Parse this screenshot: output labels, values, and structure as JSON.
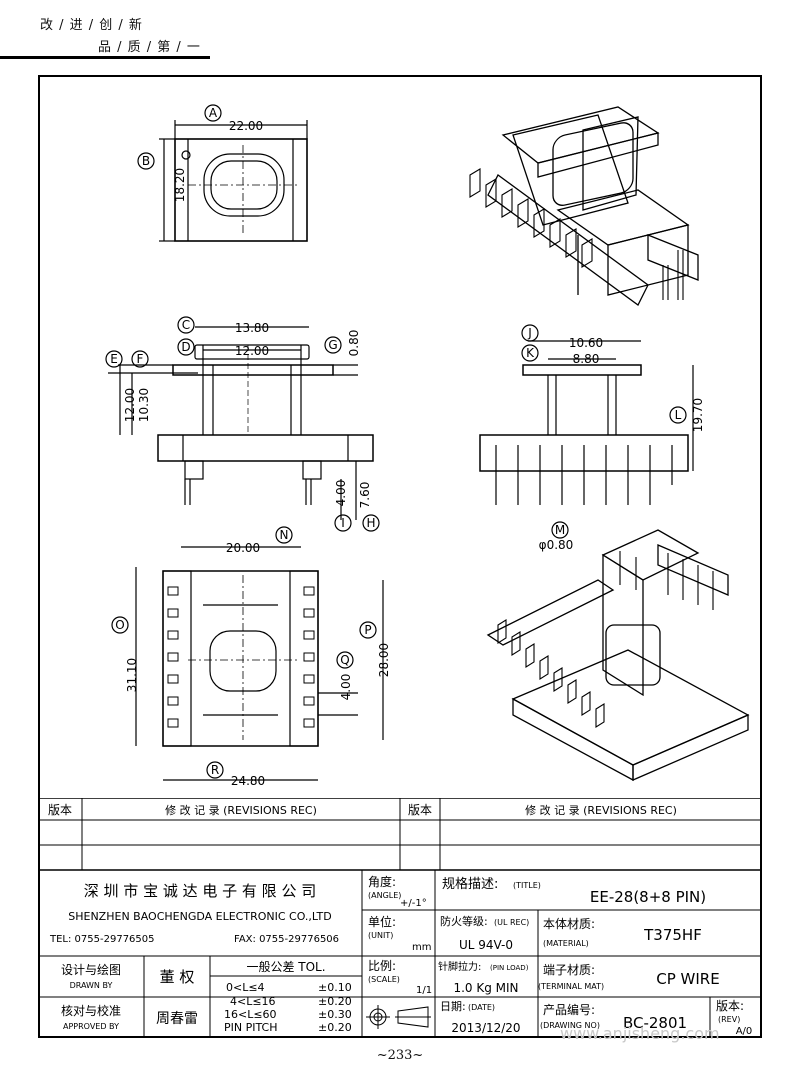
{
  "header": {
    "line1": "改 / 进 / 创 / 新",
    "line2": "品 / 质 / 第 / 一"
  },
  "views": {
    "top": {
      "a_label": "A",
      "a_dim": "22.00",
      "b_label": "B",
      "b_dim": "18.20"
    },
    "side": {
      "c_label": "C",
      "c_dim": "13.80",
      "d_label": "D",
      "d_dim": "12.00",
      "e_label": "E",
      "f_label": "F",
      "ef_dim1": "12.00",
      "ef_dim2": "10.30",
      "g_label": "G",
      "g_dim": "0.80",
      "i_label": "I",
      "i_dim": "4.00",
      "h_label": "H",
      "h_dim": "7.60"
    },
    "front": {
      "j_label": "J",
      "j_dim": "10.60",
      "k_label": "K",
      "k_dim": "8.80",
      "l_label": "L",
      "l_dim": "19.70",
      "m_label": "M",
      "m_dim": "φ0.80"
    },
    "bottom": {
      "n_label": "N",
      "n_dim": "20.00",
      "o_label": "O",
      "o_dim": "31.10",
      "p_label": "P",
      "p_dim": "28.00",
      "q_label": "Q",
      "q_dim": "4.00",
      "r_label": "R",
      "r_dim": "24.80"
    }
  },
  "revisions": {
    "col1": "版本",
    "col2": "修  改  记  录  (REVISIONS REC)",
    "col3": "版本",
    "col4": "修  改  记  录  (REVISIONS REC)"
  },
  "company": {
    "name_cn": "深 圳 市 宝 诚 达 电 子 有 限 公 司",
    "name_en": "SHENZHEN BAOCHENGDA ELECTRONIC CO.,LTD",
    "tel": "TEL: 0755-29776505",
    "fax": "FAX: 0755-29776506"
  },
  "titleblock": {
    "angle_label": "角度:",
    "angle_en": "(ANGLE)",
    "angle_val": "+/-1°",
    "title_label": "规格描述:",
    "title_en": "(TITLE)",
    "title_val": "EE-28(8+8 PIN)",
    "unit_label": "单位:",
    "unit_en": "(UNIT)",
    "unit_val": "mm",
    "ulrec_label": "防火等级:",
    "ulrec_en": "(UL REC)",
    "ulrec_val": "UL 94V-0",
    "material_label": "本体材质:",
    "material_en": "(MATERIAL)",
    "material_val": "T375HF",
    "drawn_label": "设计与绘图",
    "drawn_en": "DRAWN BY",
    "drawn_val": "董  权",
    "tol_label": "一般公差 TOL.",
    "tol_rows": [
      {
        "range": "0<L≤4",
        "tol": "±0.10"
      },
      {
        "range": "4<L≤16",
        "tol": "±0.20"
      },
      {
        "range": "16<L≤60",
        "tol": "±0.30"
      },
      {
        "range": "PIN PITCH",
        "tol": "±0.20"
      }
    ],
    "scale_label": "比例:",
    "scale_en": "(SCALE)",
    "scale_val": "1/1",
    "pinload_label": "针脚拉力:",
    "pinload_en": "(PIN LOAD)",
    "pinload_val": "1.0 Kg MIN",
    "terminal_label": "端子材质:",
    "terminal_en": "(TERMINAL MAT)",
    "terminal_val": "CP WIRE",
    "approved_label": "核对与校准",
    "approved_en": "APPROVED BY",
    "approved_val": "周春雷",
    "date_label": "日期:",
    "date_en": "(DATE)",
    "date_val": "2013/12/20",
    "drawing_no_label": "产品编号:",
    "drawing_no_en": "(DRAWING NO)",
    "drawing_no_val": "BC-2801",
    "rev_label": "版本:",
    "rev_en": "(REV)",
    "rev_val": "A/0"
  },
  "page_number": "~233~",
  "watermark": "www.anjisheng.com"
}
